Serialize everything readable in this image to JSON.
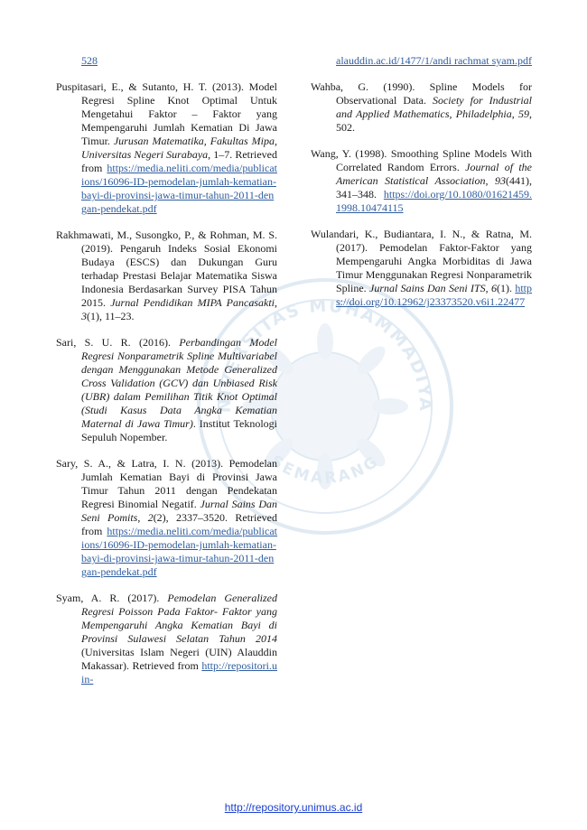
{
  "left_column": [
    {
      "id": "cont-528",
      "continuation": true,
      "link": "528"
    },
    {
      "id": "puspitasari",
      "pre": "Puspitasari, E., & Sutanto, H. T. (2013). Model Regresi Spline Knot Optimal Untuk Mengetahui Faktor – Faktor yang Mempengaruhi Jumlah Kematian Di Jawa Timur. ",
      "italic": "Jurusan Matematika, Fakultas Mipa, Universitas Negeri Surabaya",
      "post": ", 1–7. Retrieved from ",
      "link": "https://media.neliti.com/media/publications/16096-ID-pemodelan-jumlah-kematian-bayi-di-provinsi-jawa-timur-tahun-2011-dengan-pendekat.pdf"
    },
    {
      "id": "rakhmawati",
      "pre": "Rakhmawati, M., Susongko, P., & Rohman, M. S. (2019). Pengaruh Indeks Sosial Ekonomi Budaya (ESCS) dan Dukungan Guru terhadap Prestasi Belajar Matematika Siswa Indonesia Berdasarkan Survey PISA Tahun 2015. ",
      "italic": "Jurnal Pendidikan MIPA Pancasakti",
      "post": ", ",
      "italic2": "3",
      "post2": "(1), 11–23."
    },
    {
      "id": "sari",
      "pre": "Sari, S. U. R. (2016). ",
      "italic": "Perbandingan Model Regresi Nonparametrik Spline Multivariabel dengan Menggunakan Metode Generalized Cross Validation (GCV) dan Unbiased Risk (UBR) dalam Pemilihan Titik Knot Optimal (Studi Kasus Data Angka Kematian Maternal di Jawa Timur)",
      "post": ". Institut Teknologi Sepuluh Nopember."
    },
    {
      "id": "sary",
      "pre": "Sary, S. A., & Latra, I. N. (2013). Pemodelan Jumlah Kematian Bayi di Provinsi Jawa Timur Tahun 2011 dengan Pendekatan Regresi Binomial Negatif. ",
      "italic": "Jurnal Sains Dan Seni Pomits",
      "post": ", ",
      "italic2": "2",
      "post2": "(2), 2337–3520. Retrieved from ",
      "link": "https://media.neliti.com/media/publications/16096-ID-pemodelan-jumlah-kematian-bayi-di-provinsi-jawa-timur-tahun-2011-dengan-pendekat.pdf"
    },
    {
      "id": "syam",
      "pre": "Syam, A. R. (2017). ",
      "italic": "Pemodelan Generalized Regresi Poisson Pada Faktor- Faktor yang Mempengaruhi Angka Kematian Bayi di Provinsi Sulawesi Selatan Tahun 2014",
      "post": " (Universitas Islam Negeri (UIN) Alauddin Makassar). Retrieved from ",
      "link": "http://repositori.uin-"
    }
  ],
  "right_column": [
    {
      "id": "cont-syam",
      "continuation": true,
      "link": "alauddin.ac.id/1477/1/andi rachmat syam.pdf"
    },
    {
      "id": "wahba",
      "pre": "Wahba, G. (1990). Spline Models for Observational Data. ",
      "italic": "Society for Industrial and Applied Mathematics, Philadelphia",
      "post": ", ",
      "italic2": "59",
      "post2": ", 502."
    },
    {
      "id": "wang",
      "pre": "Wang, Y. (1998). Smoothing Spline Models With Correlated Random Errors. ",
      "italic": "Journal of the American Statistical Association",
      "post": ", ",
      "italic2": "93",
      "post2": "(441), 341–348. ",
      "link": "https://doi.org/10.1080/01621459.1998.10474115"
    },
    {
      "id": "wulandari",
      "pre": "Wulandari, K., Budiantara, I. N., & Ratna, M. (2017). Pemodelan Faktor-Faktor yang Mempengaruhi Angka Morbiditas di Jawa Timur Menggunakan Regresi Nonparametrik Spline. ",
      "italic": "Jurnal Sains Dan Seni ITS",
      "post": ", ",
      "italic2": "6",
      "post2": "(1). ",
      "link": "https://doi.org/10.12962/j23373520.v6i1.22477"
    }
  ],
  "footer": {
    "link": "http://repository.unimus.ac.id"
  },
  "watermark": {
    "top_text": "UNIVERSITAS MUHAMMADIYAH",
    "bottom_text": "SEMARANG",
    "color": "#a9c4de"
  }
}
